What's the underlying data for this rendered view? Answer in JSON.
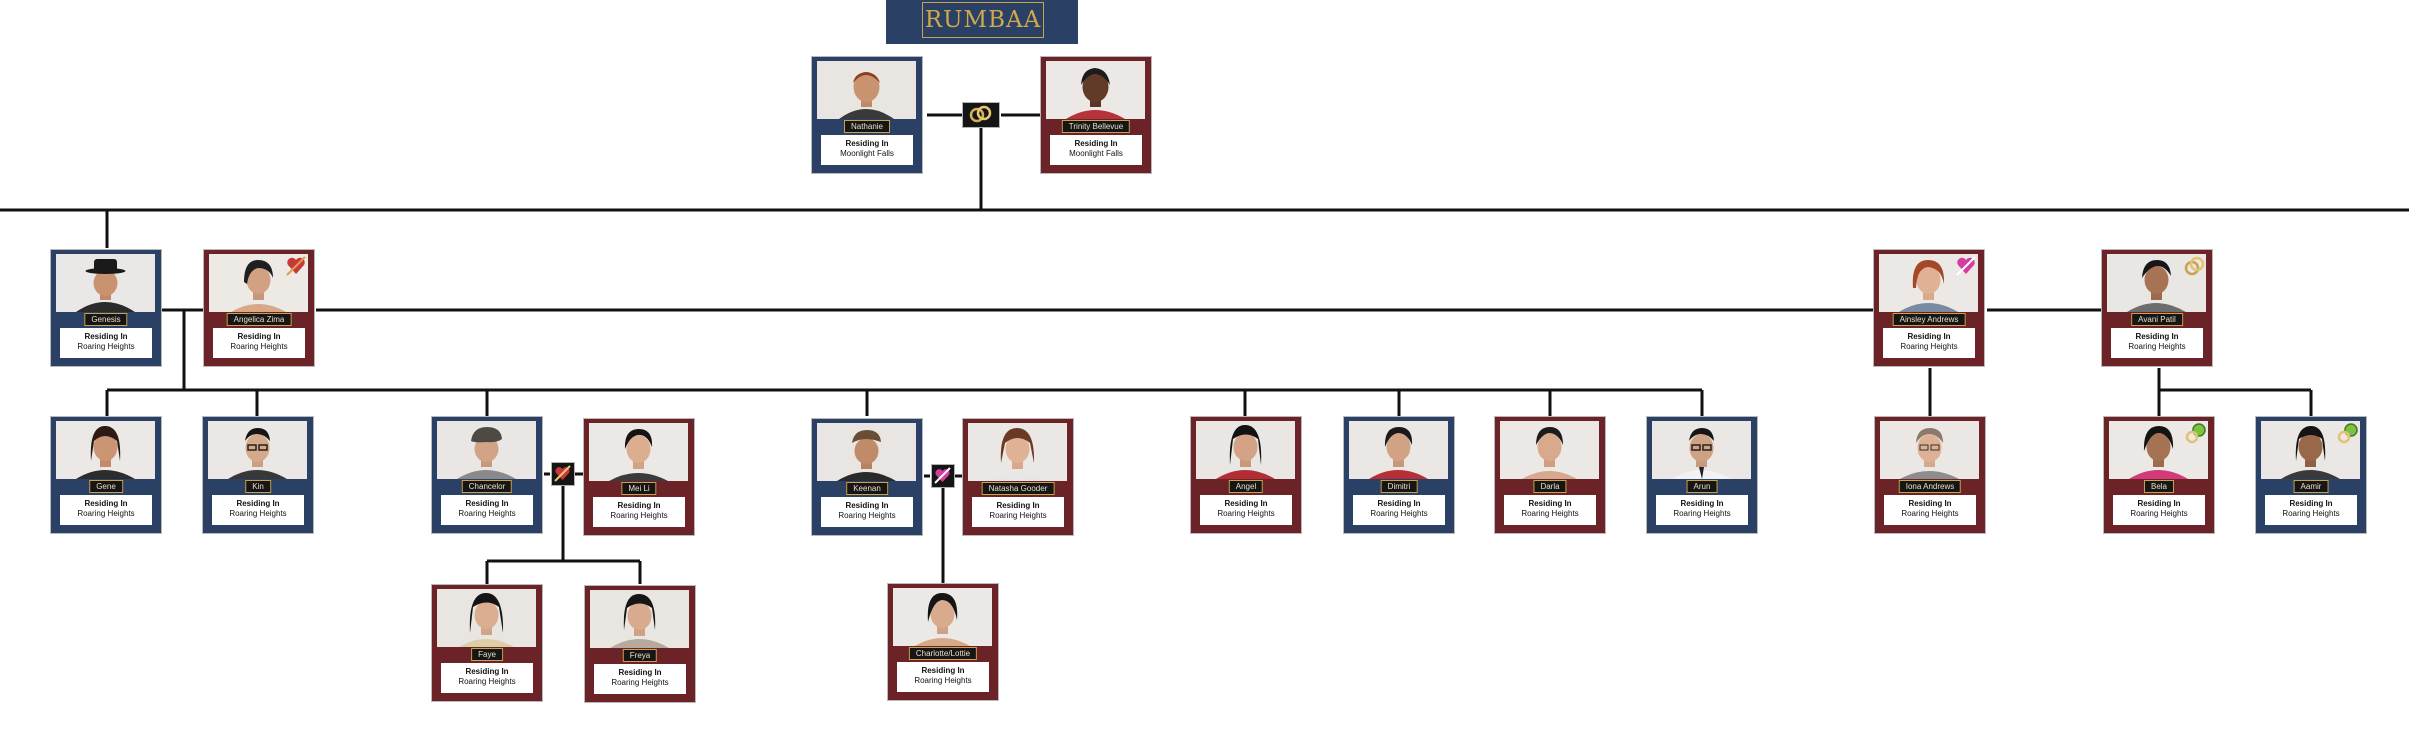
{
  "title": "RUMBAA",
  "residing_label": "Residing In",
  "colors": {
    "male_card": "#2a4064",
    "female_card": "#6b2327",
    "nametag_border": "#c9a24a",
    "line": "#111111"
  },
  "people": {
    "nathanie": {
      "name": "Nathanie",
      "location": "Moonlight Falls"
    },
    "trinity": {
      "name": "Trinity  Bellevue",
      "location": "Moonlight Falls"
    },
    "genesis": {
      "name": "Genesis",
      "location": "Roaring Heights"
    },
    "angelica": {
      "name": "Angelica Zima",
      "location": "Roaring Heights"
    },
    "ainsley": {
      "name": "Ainsley Andrews",
      "location": "Roaring Heights"
    },
    "avani": {
      "name": "Avani Patil",
      "location": "Roaring Heights"
    },
    "gene": {
      "name": "Gene",
      "location": "Roaring Heights"
    },
    "kin": {
      "name": "Kin",
      "location": "Roaring Heights"
    },
    "chancelor": {
      "name": "Chancelor",
      "location": "Roaring Heights"
    },
    "meili": {
      "name": "Mei Li",
      "location": "Roaring Heights"
    },
    "keenan": {
      "name": "Keenan",
      "location": "Roaring Heights"
    },
    "natasha": {
      "name": "Natasha Gooder",
      "location": "Roaring Heights"
    },
    "angel": {
      "name": "Angel",
      "location": "Roaring Heights"
    },
    "dimitri": {
      "name": "Dimitri",
      "location": "Roaring Heights"
    },
    "darla": {
      "name": "Darla",
      "location": "Roaring Heights"
    },
    "arun": {
      "name": "Arun",
      "location": "Roaring Heights"
    },
    "iona": {
      "name": "Iona Andrews",
      "location": "Roaring Heights"
    },
    "bela": {
      "name": "Bela",
      "location": "Roaring Heights"
    },
    "aamir": {
      "name": "Aamir",
      "location": "Roaring Heights"
    },
    "faye": {
      "name": "Faye",
      "location": "Roaring Heights"
    },
    "freya": {
      "name": "Freya",
      "location": "Roaring Heights"
    },
    "charlotte": {
      "name": "Charlotte/Lottie",
      "location": "Roaring Heights"
    }
  },
  "icons": {
    "married": "wedding-rings-icon",
    "divorced": "broken-heart-icon",
    "engaged": "engagement-rings-icon",
    "adopted": "pacifier-icon"
  }
}
